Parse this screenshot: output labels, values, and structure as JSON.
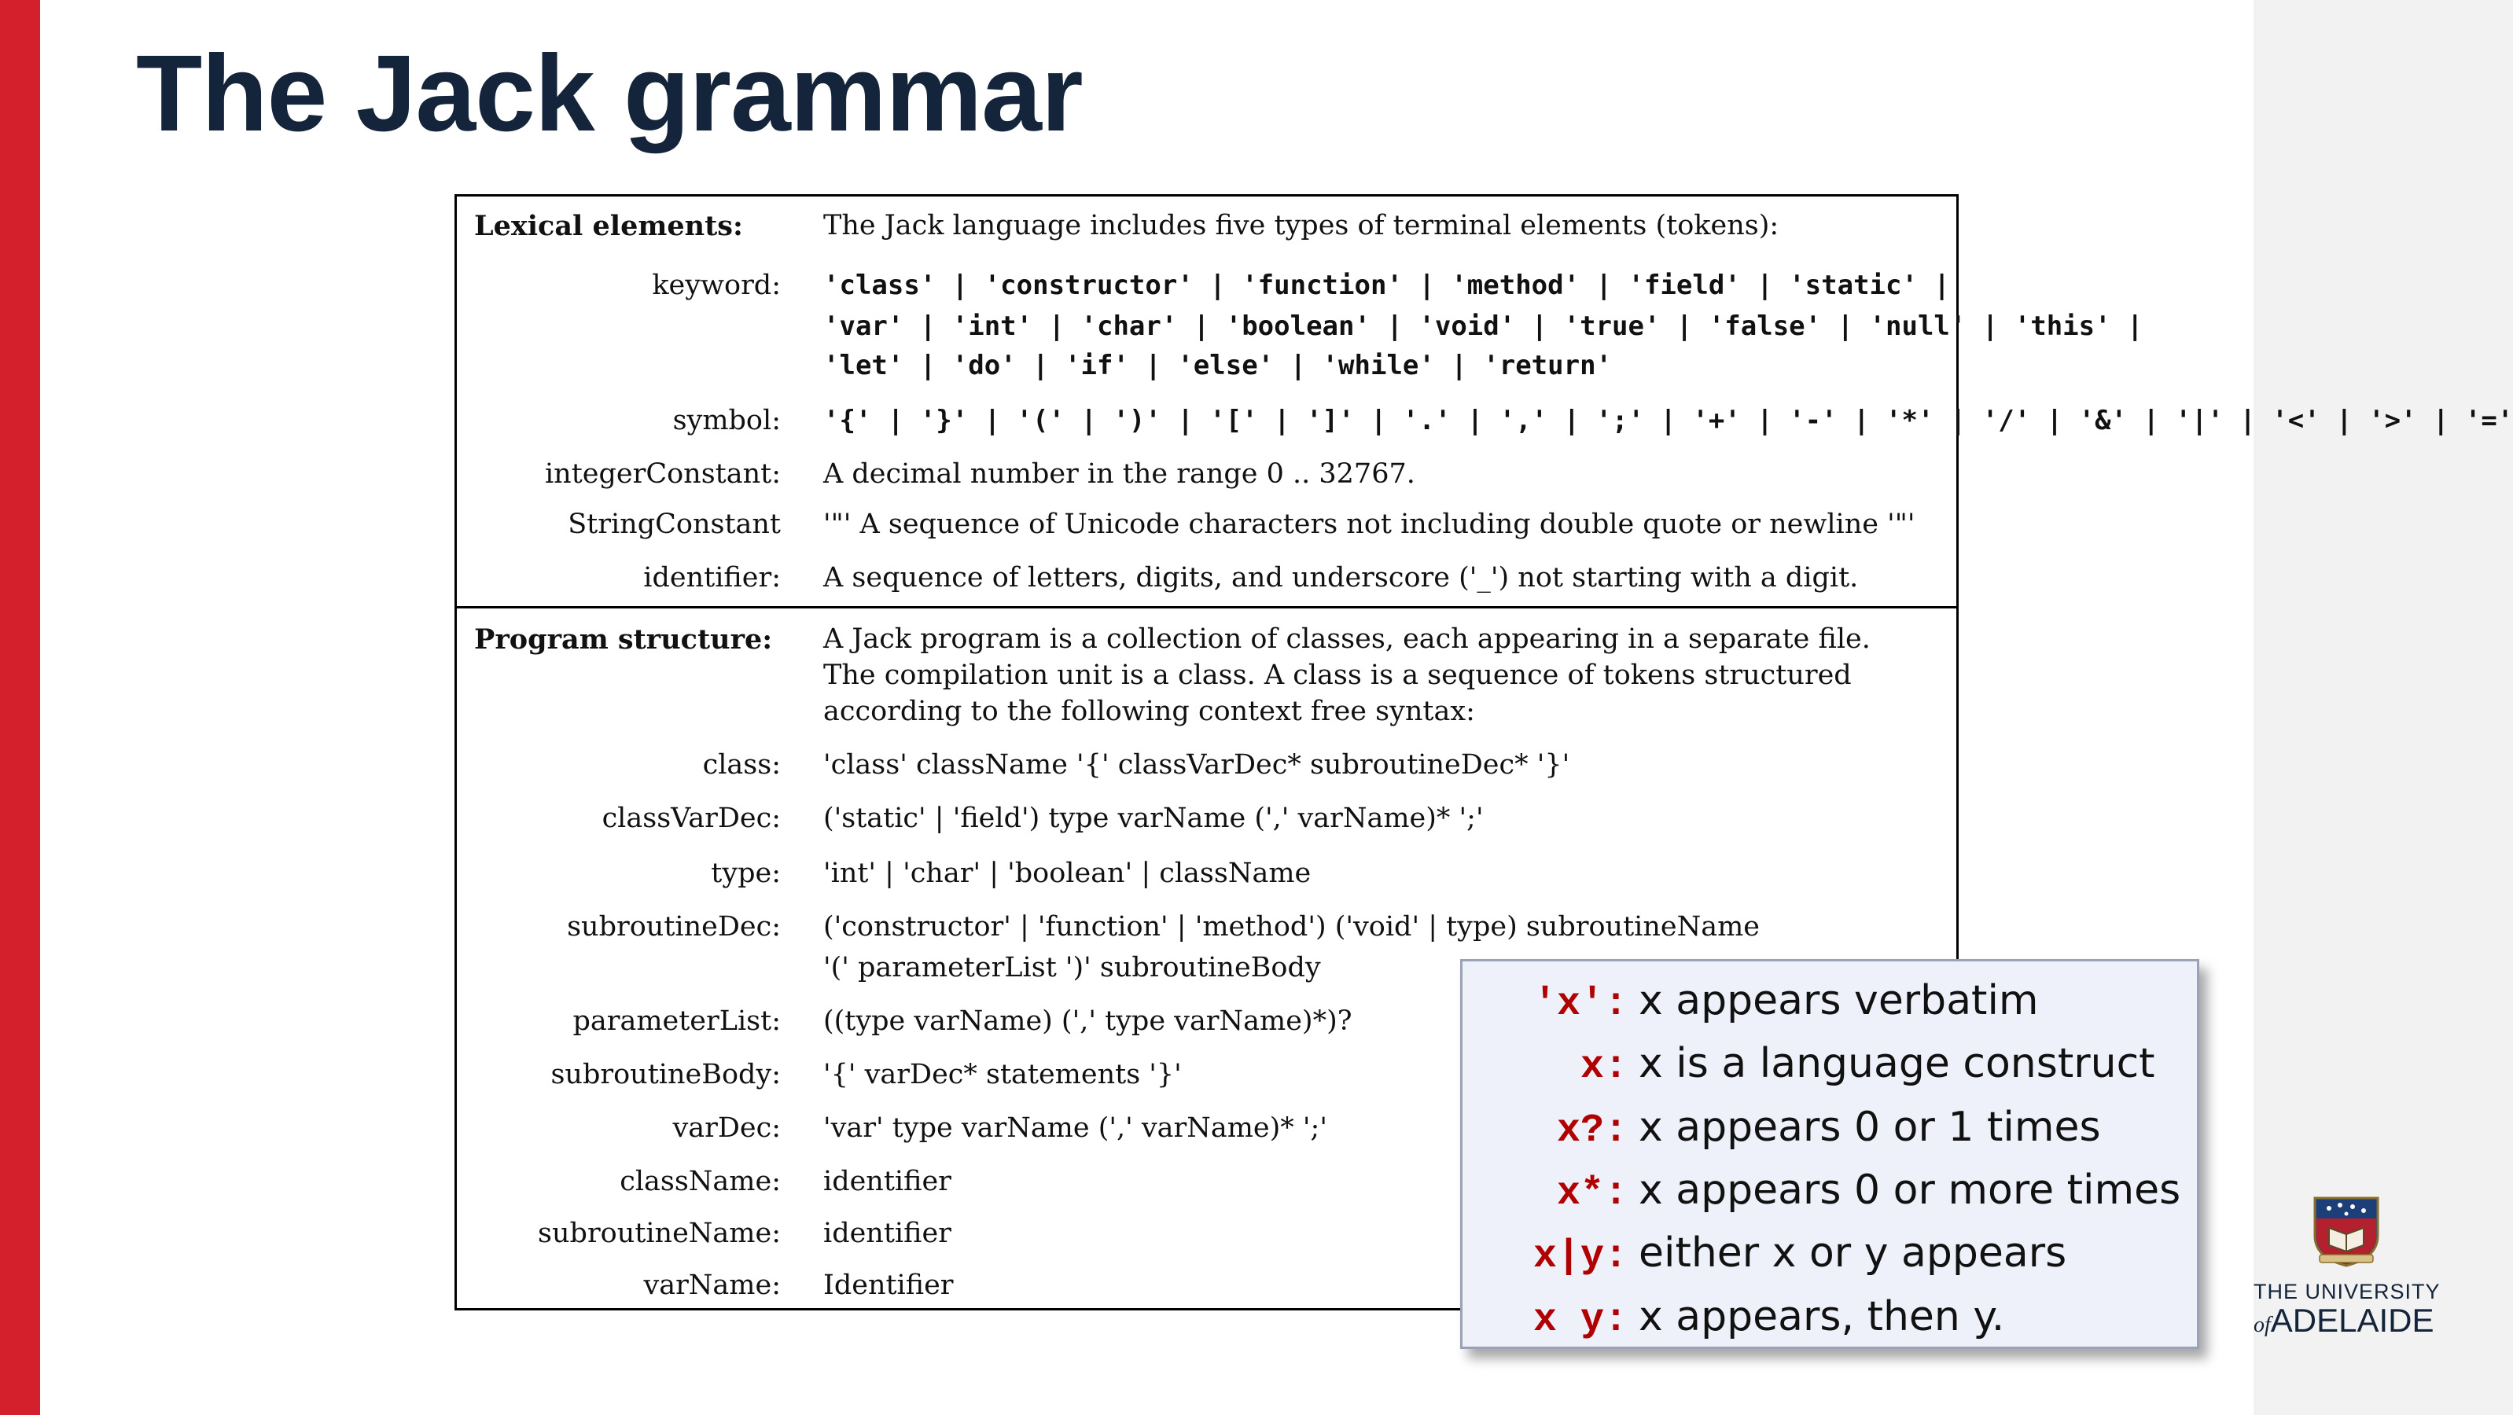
{
  "slide": {
    "title": "The Jack grammar"
  },
  "grammar": {
    "lexical_heading": "Lexical elements:",
    "lexical_intro": "The Jack language includes five types of terminal elements (tokens):",
    "keyword_label": "keyword:",
    "keyword_line1": "'class' | 'constructor' | 'function' | 'method' | 'field' | 'static' |",
    "keyword_line2": "'var' | 'int' | 'char' | 'boolean' | 'void' | 'true' | 'false' | 'null' | 'this' |",
    "keyword_line3": "'let' | 'do' | 'if' | 'else' | 'while' | 'return'",
    "symbol_label": "symbol:",
    "symbol_value": "'{' | '}' | '(' | ')' | '[' | ']' | '.' | ',' | ';' | '+' | '-' | '*' | '/' | '&' | '|' | '<' | '>' | '=' | '~'",
    "integer_label": "integerConstant:",
    "integer_value": "A decimal number in the range 0 .. 32767.",
    "string_label": "StringConstant",
    "string_value": "'\"' A sequence of Unicode characters not including double quote or newline '\"'",
    "identifier_label": "identifier:",
    "identifier_value": "A sequence of letters, digits, and underscore ('_') not starting with a digit.",
    "program_heading": "Program structure:",
    "program_intro1": "A Jack program is a collection of classes, each appearing in a separate file.",
    "program_intro2": "The compilation unit is a class. A class is a sequence of tokens structured",
    "program_intro3": "according to the following context free syntax:",
    "class_label": "class:",
    "class_value": "'class' className '{' classVarDec*  subroutineDec* '}'",
    "classvardec_label": "classVarDec:",
    "classvardec_value": "('static' | 'field') type varName (',' varName)*  ';'",
    "type_label": "type:",
    "type_value": "'int' | 'char' | 'boolean' | className",
    "subroutinedec_label": "subroutineDec:",
    "subroutinedec_value1": "('constructor' | 'function' | 'method')  ('void' | type) subroutineName",
    "subroutinedec_value2": "'(' parameterList ')' subroutineBody",
    "parameterlist_label": "parameterList:",
    "parameterlist_value": "((type varName)  (',' type varName)*)?",
    "subroutinebody_label": "subroutineBody:",
    "subroutinebody_value": "'{' varDec* statements '}'",
    "vardec_label": "varDec:",
    "vardec_value": "'var' type varName (',' varName)* ';'",
    "classname_label": "className:",
    "classname_value": "identifier",
    "subroutinename_label": "subroutineName:",
    "subroutinename_value": "identifier",
    "varname_label": "varName:",
    "varname_value": "Identifier"
  },
  "legend": {
    "rows": [
      {
        "key": "'x':",
        "text": "x appears verbatim"
      },
      {
        "key": "x:",
        "text": "x is a language construct"
      },
      {
        "key": "x?:",
        "text": "x appears 0 or 1 times"
      },
      {
        "key": "x*:",
        "text": "x appears 0 or more times"
      },
      {
        "key": "x|y:",
        "text": "either x or y appears"
      },
      {
        "key": "x y:",
        "text": "x appears, then y."
      }
    ]
  },
  "logo": {
    "line1": "THE UNIVERSITY",
    "line2_prefix": "of",
    "line2_name": "ADELAIDE"
  },
  "colors": {
    "accent_red": "#d4202c",
    "title_navy": "#14243a",
    "legend_key_red": "#b00000",
    "legend_bg": "#eef0fa"
  }
}
